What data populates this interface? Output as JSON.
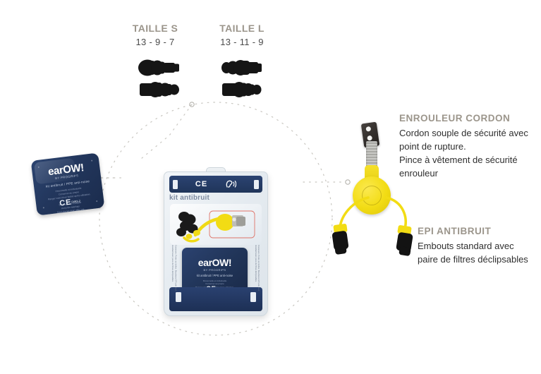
{
  "page": {
    "background_color": "#ffffff",
    "heading_color": "#9b958b",
    "body_text_color": "#2f2f2f",
    "navy": "#22365c",
    "yellow": "#f2dc14",
    "guide_color": "#c8c6c0"
  },
  "sizes": [
    {
      "title": "TAILLE S",
      "dims": "13 - 9 - 7"
    },
    {
      "title": "TAILLE L",
      "dims": "13 - 11 - 9"
    }
  ],
  "callouts": [
    {
      "title": "ENROULEUR CORDON",
      "body": "Cordon souple de sécurité avec point de rupture.\nPince à vêtement de sécurité enrouleur"
    },
    {
      "title": "EPI ANTIBRUIT",
      "body": "Embouts standard avec\npaire de filtres déclipsables"
    }
  ],
  "case_left": {
    "logo": "earOW!",
    "logo_sub": "BY PROGRIPS",
    "subtitle": "kit antibruit / PPE anti-noise",
    "fine_print": "Personnelle et individuelle\nConserver au propre\nRanger votre kit en boîtier après utilisation.\n\nPersonal and reusable\nKeep the earplugs\nStore the kit clean after use.",
    "ce_mark": "CE",
    "ce_code": "0493-2"
  },
  "pack": {
    "ce_mark": "CE",
    "ear_icon": "ear-soundwave-icon",
    "band_text": "kit antibruit",
    "side_text": "Conserver. Porter en boîtier. Bouchons EPI anti-bruit standard avec paire de filtres déclipsables.",
    "inner_case": {
      "logo": "earOW!",
      "logo_sub": "BY PROGRIPS",
      "subtitle": "kit antibruit / PPE anti-noise",
      "fine_print": "Personnelle et individuelle\nConserver au propre\nRanger votre kit en boîtier après utilisation.\n\nPersonal and reusable\nKeep the earplugs\nStore the kit clean after use.",
      "ce_mark": "CE",
      "ce_code": "0493-2"
    }
  },
  "alt_text": {
    "plug_s_top": "black-earplug-size-s-top",
    "plug_s_bottom": "black-earplug-size-s-bottom",
    "plug_l_top": "black-earplug-size-l-top",
    "plug_l_bottom": "black-earplug-size-l-bottom",
    "reel": "yellow-retractable-cord-reel",
    "clip": "metal-garment-clip",
    "corded_plugs": "yellow-corded-earplugs"
  }
}
